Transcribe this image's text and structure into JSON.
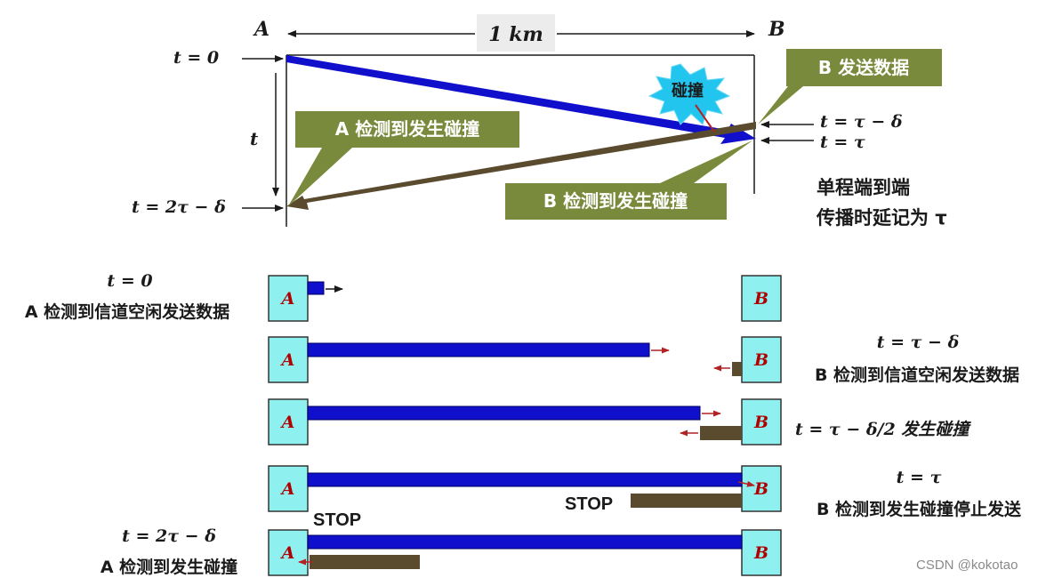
{
  "top": {
    "point_a": "A",
    "point_b": "B",
    "distance": "1 km",
    "t0": "t = 0",
    "t_axis": "t",
    "t_2tau": "t = 2τ − δ",
    "t_tau_minus": "t = τ − δ",
    "t_tau": "t = τ",
    "collision_burst": "碰撞",
    "callout_b_send": "B 发送数据",
    "callout_a_detect": "A 检测到发生碰撞",
    "callout_b_detect": "B 检测到发生碰撞",
    "note_line1": "单程端到端",
    "note_line2": "传播时延记为 τ"
  },
  "stages": {
    "s1_time": "t = 0",
    "s1_desc": "A 检测到信道空闲发送数据",
    "s2_time": "t = τ − δ",
    "s2_desc": "B 检测到信道空闲发送数据",
    "s3_desc": "t = τ − δ/2  发生碰撞",
    "s4_time": "t = τ",
    "s4_desc": "B 检测到发生碰撞停止发送",
    "s5_time": "t = 2τ − δ",
    "s5_desc": "A 检测到发生碰撞",
    "stop": "STOP"
  },
  "node_a": "A",
  "node_b": "B",
  "watermark": "CSDN @kokotao",
  "colors": {
    "a_signal": "#1010cc",
    "b_signal": "#5a4a2e",
    "callout": "#7a8a3c",
    "node_fill": "#8ff0f0",
    "burst": "#22c5ee",
    "arrow_red": "#b22222"
  }
}
